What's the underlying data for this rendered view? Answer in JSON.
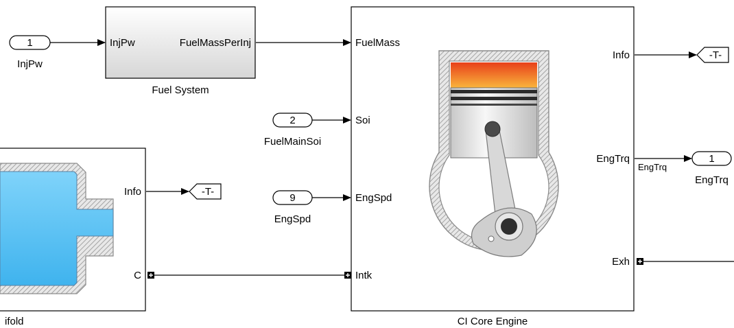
{
  "blocks": {
    "fuel_system": {
      "name": "Fuel System",
      "in_port": "InjPw",
      "out_port": "FuelMassPerInj"
    },
    "core_engine": {
      "name": "CI Core Engine",
      "in_ports": [
        "FuelMass",
        "Soi",
        "EngSpd",
        "Intk"
      ],
      "out_ports": [
        "Info",
        "EngTrq",
        "Exh"
      ]
    },
    "manifold": {
      "name": "ifold",
      "out_ports": [
        "Info",
        "C"
      ]
    }
  },
  "inports": [
    {
      "number": "1",
      "label": "InjPw"
    },
    {
      "number": "2",
      "label": "FuelMainSoi"
    },
    {
      "number": "9",
      "label": "EngSpd"
    }
  ],
  "outports": [
    {
      "number": "1",
      "label": "EngTrq"
    }
  ],
  "signal_labels": {
    "engtrq": "EngTrq"
  },
  "goto_tags": {
    "engine_info": "-T-",
    "manifold_info": "-T-"
  },
  "colors": {
    "line": "#000000",
    "block_fill_top": "#ffffff",
    "block_fill_bottom": "#d9d9d9",
    "manifold_fluid": "#58c1f2",
    "hatch": "#a8a8a8",
    "flame_top": "#f04a1c",
    "flame_bottom": "#f8b23a"
  },
  "icons": [
    "piston-engine-icon",
    "manifold-icon",
    "connection-port-icon"
  ]
}
